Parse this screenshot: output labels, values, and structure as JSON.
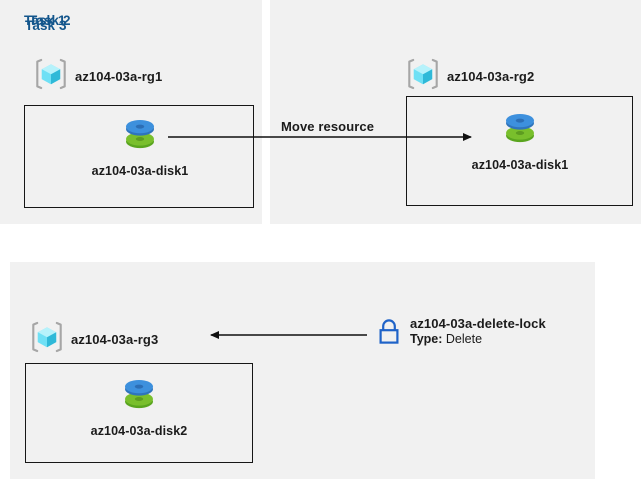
{
  "colors": {
    "panel_background": "#f1f1f1",
    "page_background": "#ffffff",
    "task_title": "#14568c",
    "box_border": "#161616",
    "disk_blue": "#3b8fdc",
    "disk_green": "#76b828",
    "rg_cube_cyan": "#7fe8f7",
    "rg_bracket_gray": "#a6a6a6",
    "lock_blue": "#1f63c8",
    "text": "#1b1b1b"
  },
  "tasks": [
    {
      "title": "Task 1",
      "resource_group": {
        "icon": "resource-group-icon",
        "label": "az104-03a-rg1"
      },
      "resource": {
        "icon": "managed-disk-icon",
        "label": "az104-03a-disk1"
      }
    },
    {
      "title": "Task 2",
      "resource_group": {
        "icon": "resource-group-icon",
        "label": "az104-03a-rg2"
      },
      "resource": {
        "icon": "managed-disk-icon",
        "label": "az104-03a-disk1"
      }
    },
    {
      "title": "Task 3",
      "resource_group": {
        "icon": "resource-group-icon",
        "label": "az104-03a-rg3"
      },
      "resource": {
        "icon": "managed-disk-icon",
        "label": "az104-03a-disk2"
      }
    }
  ],
  "connectors": {
    "move_resource": {
      "caption": "Move resource",
      "direction": "right"
    },
    "lock_applies_to": {
      "caption": "",
      "direction": "left"
    }
  },
  "lock": {
    "icon": "lock-icon",
    "name": "az104-03a-delete-lock",
    "type_key": "Type:",
    "type_value": "Delete"
  }
}
